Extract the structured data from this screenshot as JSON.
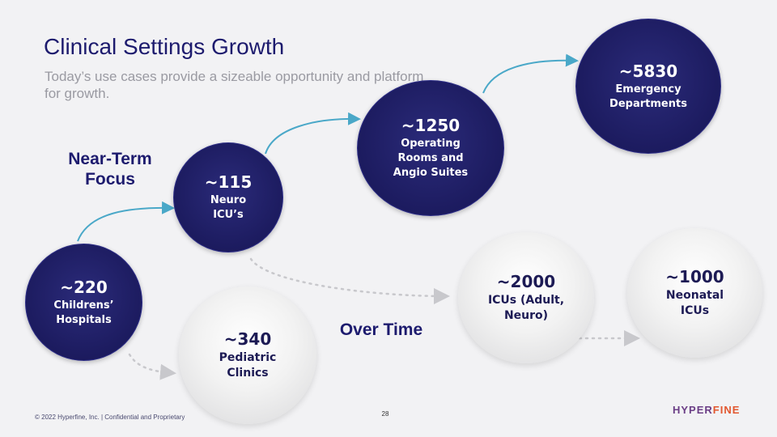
{
  "title": "Clinical Settings Growth",
  "subtitle": "Today’s use cases provide a sizeable opportunity and platform for growth.",
  "labels": {
    "near_term": "Near-Term Focus",
    "over_time": "Over Time"
  },
  "nodes": {
    "childrens": {
      "value": "~220",
      "description": "Childrens’ Hospitals"
    },
    "neuro_icu": {
      "value": "~115",
      "description": "Neuro ICU’s"
    },
    "operating_rooms": {
      "value": "~1250",
      "description": "Operating Rooms and Angio Suites"
    },
    "emergency": {
      "value": "~5830",
      "description": "Emergency Departments"
    },
    "pediatric": {
      "value": "~340",
      "description": "Pediatric Clinics"
    },
    "icus": {
      "value": "~2000",
      "description": "ICUs (Adult, Neuro)"
    },
    "neonatal": {
      "value": "~1000",
      "description": "Neonatal ICUs"
    }
  },
  "footer": {
    "copyright": "© 2022 Hyperfine, Inc. | Confidential and Proprietary",
    "page_number": "28",
    "logo_part1": "HYPER",
    "logo_part2": "FINE"
  },
  "colors": {
    "dark_node": "#1c1b5f",
    "title": "#1d1b6e",
    "arrow": "#4aa8c8",
    "dotted_arrow": "#c8c8cc",
    "logo_primary": "#6b3e86",
    "logo_accent": "#e2572f"
  }
}
